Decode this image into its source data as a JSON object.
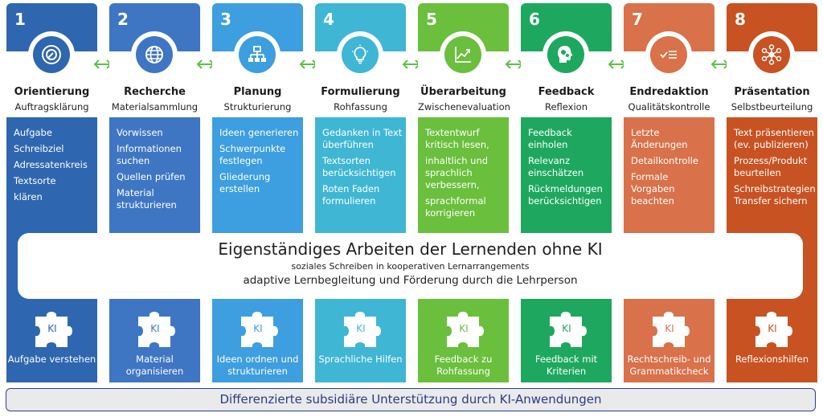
{
  "columns": [
    {
      "number": "1",
      "title": "Orientierung",
      "subtitle": "Auftragsklärung",
      "items": [
        "Aufgabe",
        "Schreibziel",
        "Adressatenkreis",
        "Textsorte",
        "klären"
      ],
      "ki_label": "Aufgabe verstehen",
      "color": "#2f66b0",
      "icon": "compass-icon"
    },
    {
      "number": "2",
      "title": "Recherche",
      "subtitle": "Materialsammlung",
      "items": [
        "Vorwissen",
        "Informationen suchen",
        "Quellen prüfen",
        "Material strukturieren"
      ],
      "ki_label": "Material organisieren",
      "color": "#3f76c4",
      "icon": "globe-icon"
    },
    {
      "number": "3",
      "title": "Planung",
      "subtitle": "Strukturierung",
      "items": [
        "Ideen generieren",
        "Schwerpunkte festlegen",
        "Gliederung erstellen"
      ],
      "ki_label": "Ideen ordnen und strukturieren",
      "color": "#3d9ee0",
      "icon": "hierarchy-icon"
    },
    {
      "number": "4",
      "title": "Formulierung",
      "subtitle": "Rohfassung",
      "items": [
        "Gedanken in Text überführen",
        "Textsorten berücksichtigen",
        "Roten Faden formulieren"
      ],
      "ki_label": "Sprachliche Hilfen",
      "color": "#3fb6d4",
      "icon": "lightbulb-icon"
    },
    {
      "number": "5",
      "title": "Überarbeitung",
      "subtitle": "Zwischenevaluation",
      "items": [
        "Textentwurf kritisch lesen,",
        "inhaltlich und sprachlich verbessern,",
        "sprachformal korrigieren"
      ],
      "ki_label": "Feedback zu Rohfassung",
      "color": "#6abf3c",
      "icon": "chart-icon"
    },
    {
      "number": "6",
      "title": "Feedback",
      "subtitle": "Reflexion",
      "items": [
        "Feedback einholen",
        "Relevanz einschätzen",
        "Rückmeldungen berücksichtigen"
      ],
      "ki_label": "Feedback mit Kriterien",
      "color": "#1ea85f",
      "icon": "head-gears-icon"
    },
    {
      "number": "7",
      "title": "Endredaktion",
      "subtitle": "Qualitätskontrolle",
      "items": [
        "Letzte Änderungen",
        "Detailkontrolle",
        "Formale Vorgaben beachten"
      ],
      "ki_label": "Rechtschreib- und Grammatikcheck",
      "color": "#d9714a",
      "icon": "checklist-icon"
    },
    {
      "number": "8",
      "title": "Präsentation",
      "subtitle": "Selbstbeurteilung",
      "items": [
        "Text präsentieren (ev. publizieren)",
        "Prozess/Produkt beurteilen",
        "Schreibstrategien Transfer sichern"
      ],
      "ki_label": "Reflexionshilfen",
      "color": "#c85222",
      "icon": "network-icon"
    }
  ],
  "puzzle_label": "KI",
  "band": {
    "main": "Eigenständiges Arbeiten der Lernenden ohne KI",
    "sub": "soziales Schreiben in kooperativen Lernarrangements",
    "sub2": "adaptive Lernbegleitung und Förderung durch die Lehrperson"
  },
  "footer": "Differenzierte subsidiäre Unterstützung durch KI-Anwendungen",
  "connector_color": "#5cc14a"
}
